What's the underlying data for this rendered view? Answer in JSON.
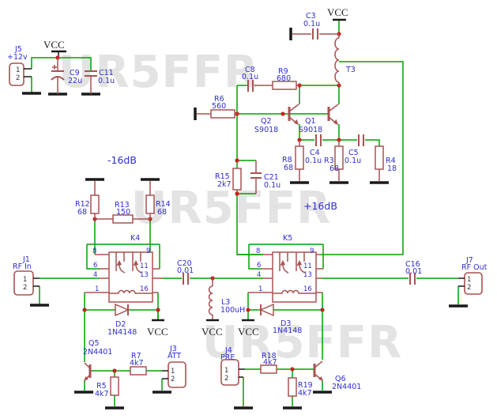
{
  "watermark": {
    "text": "UR5FFR"
  },
  "power": {
    "vcc": "VCC"
  },
  "gain": {
    "att": "-16dB",
    "amp": "+16dB"
  },
  "connectors": {
    "j5": {
      "ref": "J5",
      "value": "+12v",
      "pin1": "1",
      "pin2": "2"
    },
    "j1": {
      "ref": "J1",
      "value": "RF In",
      "pin1": "1",
      "pin2": "2"
    },
    "j7": {
      "ref": "J7",
      "value": "RF Out",
      "pin1": "1",
      "pin2": "2"
    },
    "j3": {
      "ref": "J3",
      "value": "ATT",
      "pin1": "1",
      "pin2": "2"
    },
    "j4": {
      "ref": "J4",
      "value": "PRE",
      "pin1": "1",
      "pin2": "2"
    }
  },
  "resistors": {
    "r6": {
      "ref": "R6",
      "value": "560"
    },
    "r9": {
      "ref": "R9",
      "value": "680"
    },
    "r8": {
      "ref": "R8",
      "value": "68"
    },
    "r3": {
      "ref": "R3",
      "value": "68"
    },
    "r4": {
      "ref": "R4",
      "value": "18"
    },
    "r15": {
      "ref": "R15",
      "value": "2k7"
    },
    "r12": {
      "ref": "R12",
      "value": "68"
    },
    "r13": {
      "ref": "R13",
      "value": "150"
    },
    "r14": {
      "ref": "R14",
      "value": "68"
    },
    "r7": {
      "ref": "R7",
      "value": "4k7"
    },
    "r5": {
      "ref": "R5",
      "value": "4k7"
    },
    "r18": {
      "ref": "R18",
      "value": "4k7"
    },
    "r19": {
      "ref": "R19",
      "value": "4k7"
    }
  },
  "capacitors": {
    "c9": {
      "ref": "C9",
      "value": "22u"
    },
    "c11": {
      "ref": "C11",
      "value": "0.1u"
    },
    "c3": {
      "ref": "C3",
      "value": "0.1u"
    },
    "c8": {
      "ref": "C8",
      "value": "0.1u"
    },
    "c21": {
      "ref": "C21",
      "value": "0.1u"
    },
    "c4": {
      "ref": "C4",
      "value": "0.1u"
    },
    "c5": {
      "ref": "C5",
      "value": "0.1u"
    },
    "c20": {
      "ref": "C20",
      "value": "0.01"
    },
    "c16": {
      "ref": "C16",
      "value": "0.01"
    }
  },
  "transistors": {
    "q1": {
      "ref": "Q1",
      "value": "S9018"
    },
    "q2": {
      "ref": "Q2",
      "value": "S9018"
    },
    "q5": {
      "ref": "Q5",
      "value": "2N4401"
    },
    "q6": {
      "ref": "Q6",
      "value": "2N4401"
    }
  },
  "diodes": {
    "d2": {
      "ref": "D2",
      "value": "1N4148"
    },
    "d3": {
      "ref": "D3",
      "value": "1N4148"
    }
  },
  "inductors": {
    "l3": {
      "ref": "L3",
      "value": "100uH"
    },
    "t3": {
      "ref": "T3"
    }
  },
  "relays": {
    "k4": {
      "ref": "K4",
      "p8": "8",
      "p9": "9",
      "p6": "6",
      "p11": "11",
      "p4": "4",
      "p13": "13",
      "p1": "1",
      "p16": "16"
    },
    "k5": {
      "ref": "K5",
      "p8": "8",
      "p9": "9",
      "p6": "6",
      "p11": "11",
      "p4": "4",
      "p13": "13",
      "p1": "1",
      "p16": "16"
    }
  }
}
